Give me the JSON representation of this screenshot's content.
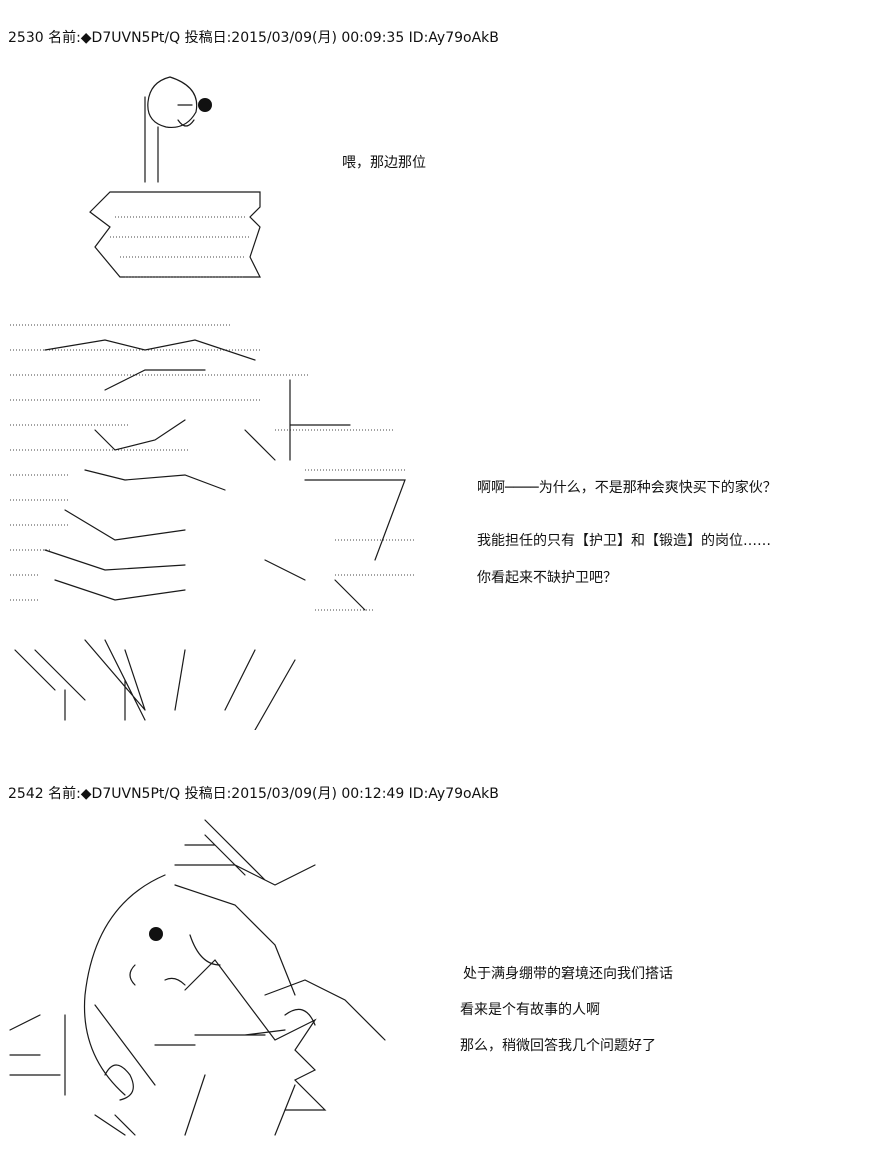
{
  "posts": [
    {
      "header": "2530 名前:◆D7UVN5Pt/Q 投稿日:2015/03/09(月) 00:09:35 ID:Ay79oAkB",
      "lines": [
        "喂，那边那位",
        "啊啊────为什么，不是那种会爽快买下的家伙？",
        "我能担任的只有【护卫】和【锻造】的岗位……",
        "你看起来不缺护卫吧？"
      ]
    },
    {
      "header": "2542 名前:◆D7UVN5Pt/Q 投稿日:2015/03/09(月) 00:12:49 ID:Ay79oAkB",
      "lines": [
        "处于满身绷带的窘境还向我们搭话",
        "看来是个有故事的人啊",
        "那么，稍微回答我几个问题好了"
      ]
    }
  ]
}
